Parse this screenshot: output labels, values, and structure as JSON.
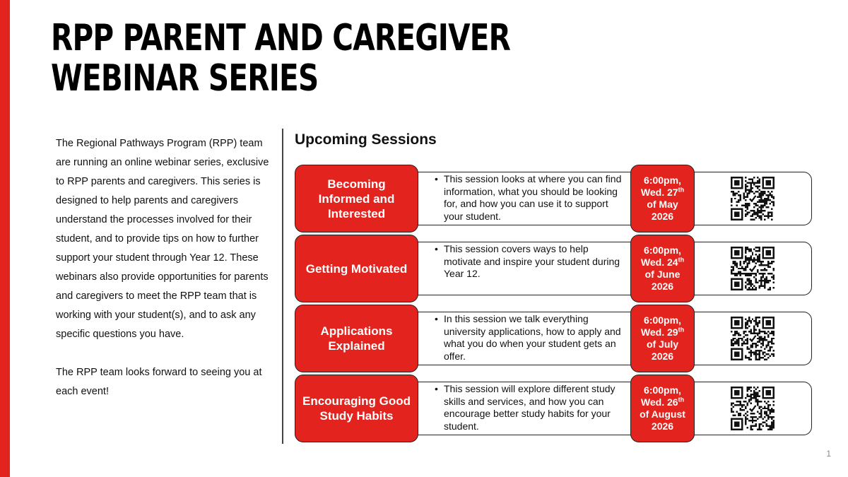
{
  "title": {
    "line1": "RPP PARENT AND CAREGIVER",
    "line2": "WEBINAR SERIES"
  },
  "intro": {
    "paragraph1": "The Regional Pathways Program (RPP) team are running an online webinar series, exclusive to RPP parents and caregivers. This series is designed to help parents and caregivers understand the processes involved for their student, and to provide tips on how to further support your student through Year 12. These webinars also provide opportunities for parents and caregivers to meet the RPP team that is working with your student(s), and to ask any specific questions you have.",
    "paragraph2": "The RPP team looks forward to seeing you at each event!"
  },
  "sessions_title": "Upcoming Sessions",
  "sessions": [
    {
      "name": "Becoming Informed and Interested",
      "description": "This session looks at where you can find information, what you should be looking for, and how you can use it to support your student.",
      "time": "6:00pm,",
      "day": "Wed. 27",
      "ordinal": "th",
      "month": "of May",
      "year": "2026"
    },
    {
      "name": "Getting Motivated",
      "description": "This session covers ways to help motivate and inspire your student during Year 12.",
      "time": "6:00pm,",
      "day": "Wed. 24",
      "ordinal": "th",
      "month": "of June",
      "year": "2026"
    },
    {
      "name": "Applications Explained",
      "description": "In this session we talk everything university applications, how to apply and what you do when your student gets an offer.",
      "time": "6:00pm,",
      "day": "Wed. 29",
      "ordinal": "th",
      "month": "of July",
      "year": "2026"
    },
    {
      "name": "Encouraging Good Study Habits",
      "description": "This session will explore different study skills and services, and how you can encourage better study habits for your student.",
      "time": "6:00pm,",
      "day": "Wed. 26",
      "ordinal": "th",
      "month": "of August",
      "year": "2026"
    }
  ],
  "bullet": "•",
  "page_number": "1",
  "colors": {
    "accent": "#e3231d",
    "text": "#111111",
    "border": "#222222"
  },
  "icons": {
    "qr": "qr-code-icon"
  }
}
